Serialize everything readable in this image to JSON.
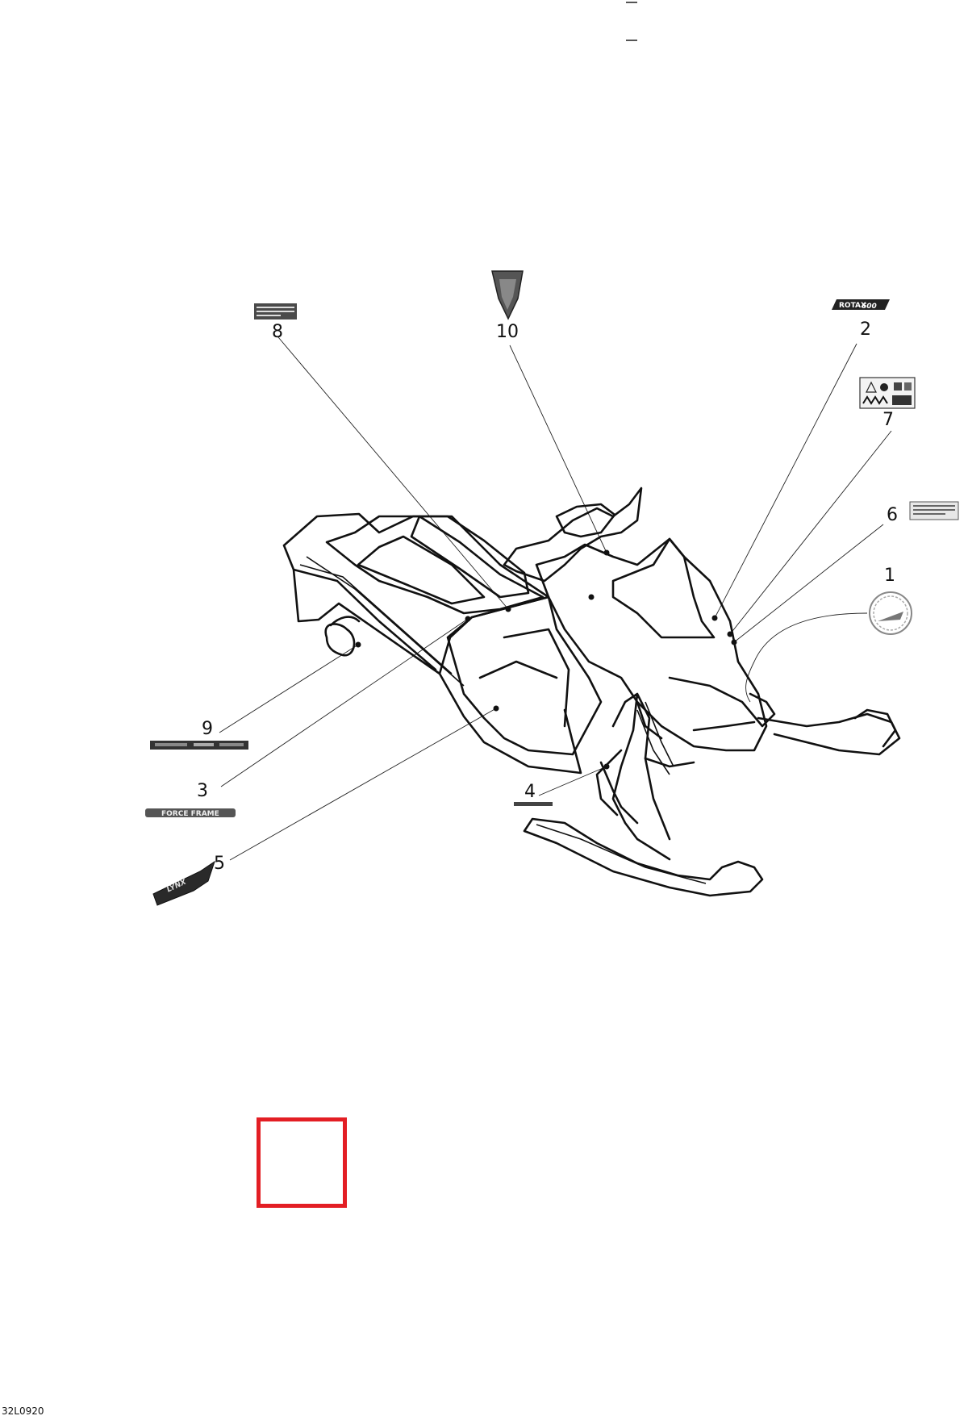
{
  "drawing_number": "32L0920",
  "callouts": [
    {
      "id": "1",
      "label": "1"
    },
    {
      "id": "2",
      "label": "2"
    },
    {
      "id": "3",
      "label": "3"
    },
    {
      "id": "4",
      "label": "4"
    },
    {
      "id": "5",
      "label": "5"
    },
    {
      "id": "6",
      "label": "6"
    },
    {
      "id": "7",
      "label": "7"
    },
    {
      "id": "8",
      "label": "8"
    },
    {
      "id": "9",
      "label": "9"
    },
    {
      "id": "10",
      "label": "10"
    }
  ],
  "decals": {
    "rotax": "ROTAX",
    "rotax_model": "600",
    "frame": "FORCE FRAME",
    "lynx": "LYNX"
  },
  "colors": {
    "line": "#111111",
    "highlight_box": "#e31e24"
  }
}
